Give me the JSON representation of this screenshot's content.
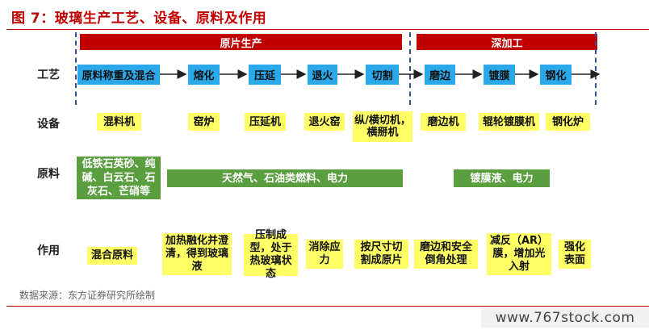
{
  "title": "图 7：玻璃生产工艺、设备、原料及作用",
  "phases": {
    "primary": "原片生产",
    "deep": "深加工"
  },
  "row_labels": {
    "process": "工艺",
    "equipment": "设备",
    "materials": "原料",
    "function": "作用"
  },
  "processes": [
    "原料称重及混合",
    "熔化",
    "压延",
    "退火",
    "切割",
    "磨边",
    "镀膜",
    "钢化"
  ],
  "equipment": [
    "混料机",
    "窑炉",
    "压延机",
    "退火窑",
    "纵/横切机，横掰机",
    "磨边机",
    "辊轮镀膜机",
    "钢化炉"
  ],
  "materials": [
    "低铁石英砂、纯碱、白云石、石灰石、芒硝等",
    "天然气、石油类燃料、电力",
    "镀膜液、电力"
  ],
  "functions": [
    "混合原料",
    "加热融化并澄清，得到玻璃液",
    "压制成型，处于热玻璃状态",
    "消除应力",
    "按尺寸切割成原片",
    "磨边和安全倒角处理",
    "减反（AR）膜，增加光入射",
    "强化表面"
  ],
  "source": "数据来源：东方证券研究所绘制",
  "watermark": "www.767stock.com",
  "colors": {
    "accent_red": "#c00000",
    "process_blue": "#2aa8ea",
    "highlight_yellow": "#ffff66",
    "material_green": "#5b9e3f",
    "divider_blue": "#2f5597"
  }
}
